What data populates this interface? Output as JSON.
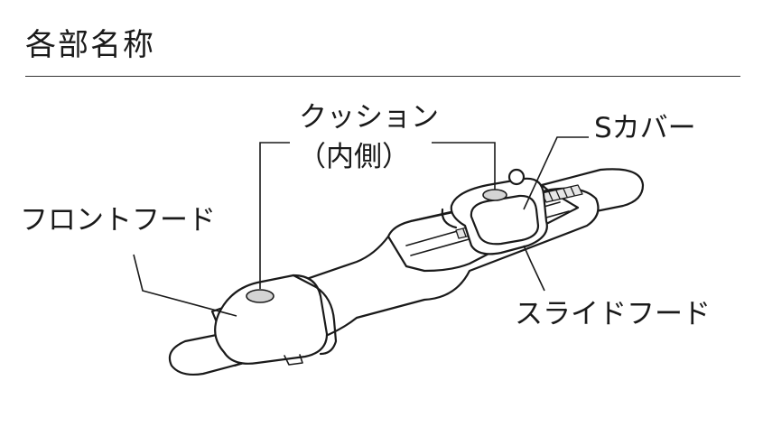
{
  "title": "各部名称",
  "labels": {
    "front_hood": "フロントフード",
    "cushion": "クッション",
    "cushion_sub": "（内側）",
    "s_cover": "Sカバー",
    "slide_hood": "スライドフード"
  }
}
